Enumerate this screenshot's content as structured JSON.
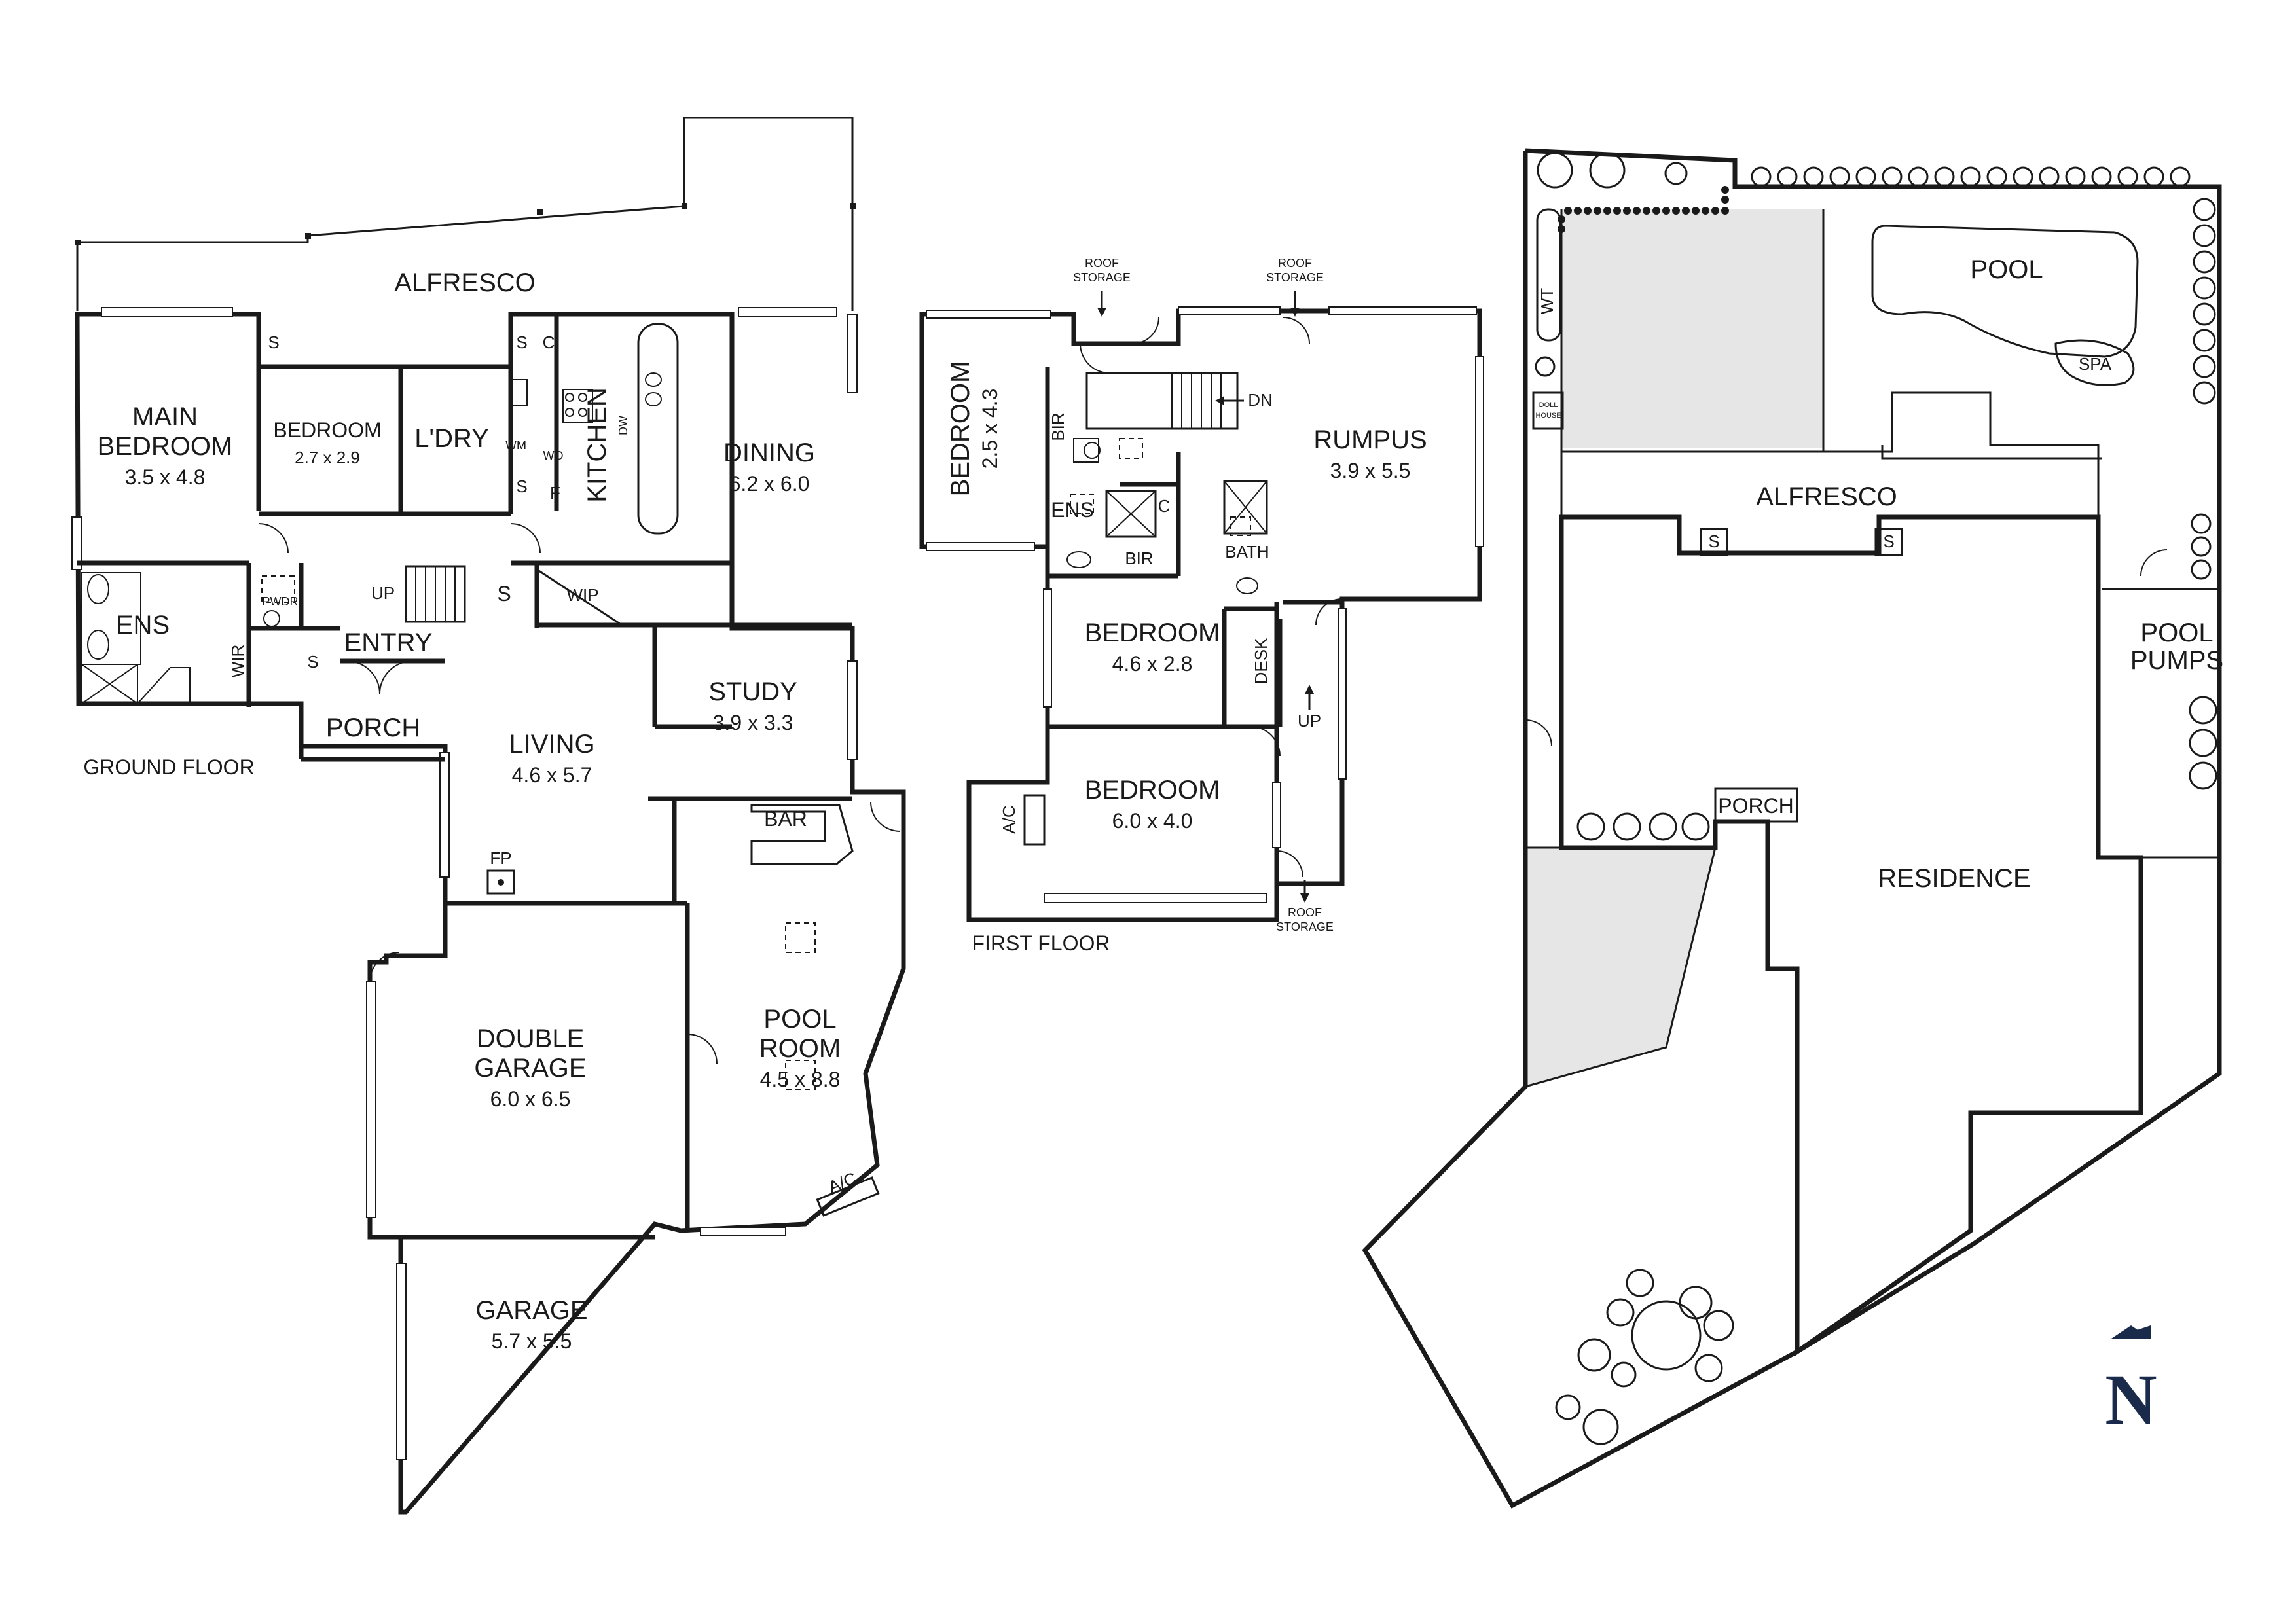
{
  "ground_floor": {
    "label": "GROUND FLOOR",
    "alfresco": "ALFRESCO",
    "main_bedroom": {
      "name": "MAIN\nBEDROOM",
      "dims": "3.5 x 4.8"
    },
    "bedroom": {
      "name": "BEDROOM",
      "dims": "2.7 x 2.9"
    },
    "laundry": "L'DRY",
    "kitchen": "KITCHEN",
    "dining": {
      "name": "DINING",
      "dims": "6.2 x 6.0"
    },
    "ensuite": "ENS",
    "wir": "WIR",
    "powder": "PWDR",
    "entry": "ENTRY",
    "porch": "PORCH",
    "wip": "WIP",
    "up": "UP",
    "study": {
      "name": "STUDY",
      "dims": "3.9 x 3.3"
    },
    "living": {
      "name": "LIVING",
      "dims": "4.6 x 5.7"
    },
    "fireplace": "FP",
    "bar": "BAR",
    "pool_room": {
      "name": "POOL\nROOM",
      "dims": "4.5 x 8.8"
    },
    "ac": "A/C",
    "double_garage": {
      "name": "DOUBLE\nGARAGE",
      "dims": "6.0 x 6.5"
    },
    "garage": {
      "name": "GARAGE",
      "dims": "5.7 x 5.5"
    },
    "storage": "S",
    "cupboard": "C",
    "fridge": "F",
    "washing_machine": "WM",
    "wall_oven": "WO",
    "dishwasher": "DW"
  },
  "first_floor": {
    "label": "FIRST FLOOR",
    "roof_storage": "ROOF\nSTORAGE",
    "bedroom_a": {
      "name": "BEDROOM",
      "dims": "2.5 x 4.3"
    },
    "bir": "BIR",
    "ensuite": "ENS",
    "cupboard": "C",
    "dn": "DN",
    "rumpus": {
      "name": "RUMPUS",
      "dims": "3.9 x 5.5"
    },
    "bath": "BATH",
    "bedroom_b": {
      "name": "BEDROOM",
      "dims": "4.6 x 2.8"
    },
    "desk": "DESK",
    "up": "UP",
    "bedroom_c": {
      "name": "BEDROOM",
      "dims": "6.0 x 4.0"
    },
    "ac": "A/C"
  },
  "site_plan": {
    "pool": "POOL",
    "spa": "SPA",
    "water_tank": "WT",
    "doll_house": "DOLL\nHOUSE",
    "alfresco": "ALFRESCO",
    "storage": "S",
    "pool_pumps": "POOL\nPUMPS",
    "porch": "PORCH",
    "residence": "RESIDENCE",
    "north": "N"
  }
}
